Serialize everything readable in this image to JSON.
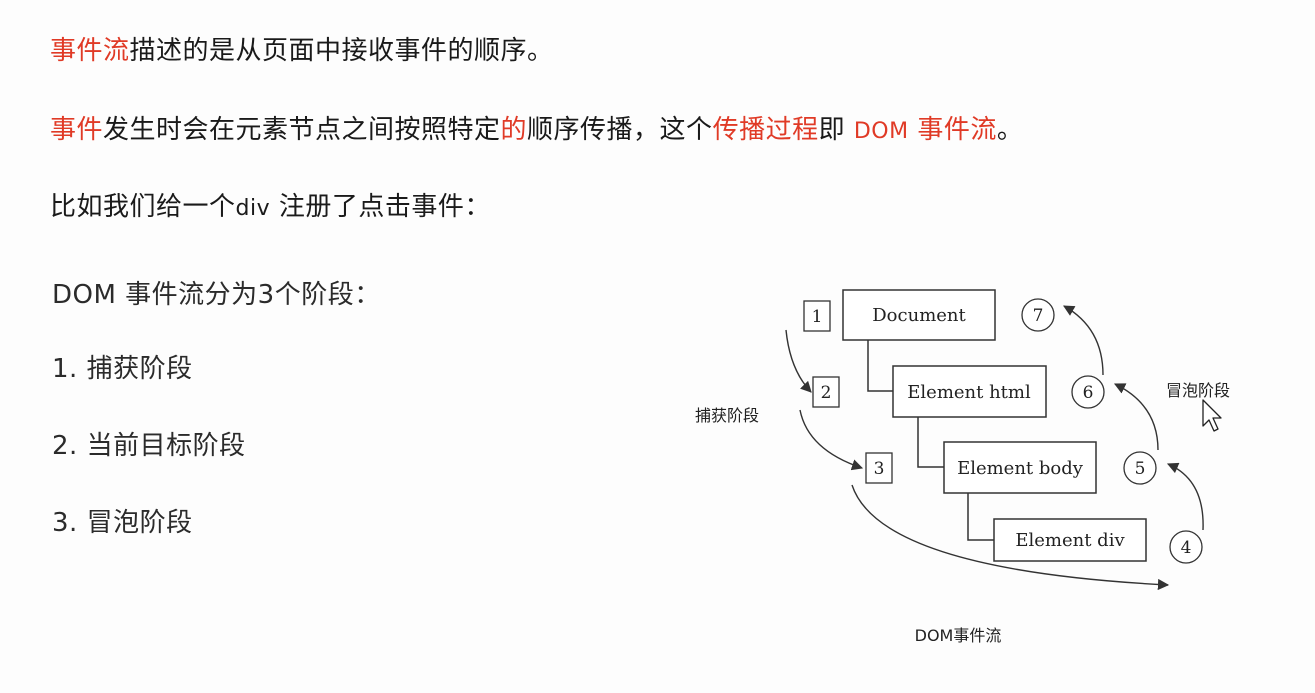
{
  "text": {
    "line1": {
      "red": "事件流",
      "rest": "描述的是从页面中接收事件的顺序。"
    },
    "line2": {
      "p1_red": "事件",
      "p2": "发生时会在元素节点之间按照特定",
      "p3_red": "的",
      "p4": "顺序传播，这个",
      "p5_red": "传播过程",
      "p6": "即 ",
      "p7_red_dom": "DOM",
      "p8_red": " 事件流",
      "p9": "。"
    },
    "line3": {
      "a": "比如我们给一个",
      "b": "div",
      "c": " 注册了点击事件："
    },
    "line4": "DOM 事件流分为3个阶段：",
    "line5": "1. 捕获阶段",
    "line6": "2. 当前目标阶段",
    "line7": "3. 冒泡阶段"
  },
  "diagram": {
    "nodes": [
      "Document",
      "Element html",
      "Element body",
      "Element div"
    ],
    "capture_steps": [
      "1",
      "2",
      "3"
    ],
    "bubble_steps": [
      "4",
      "5",
      "6",
      "7"
    ],
    "capture_label": "捕获阶段",
    "bubble_label": "冒泡阶段",
    "caption": "DOM事件流"
  },
  "colors": {
    "accent_red": "#e03a26",
    "text": "#1a1a1a"
  }
}
